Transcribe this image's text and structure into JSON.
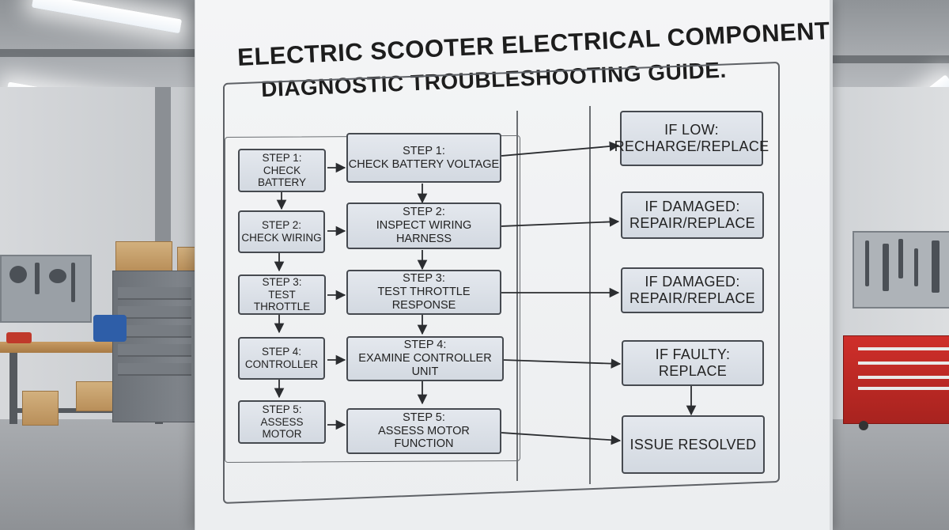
{
  "poster": {
    "title_line1": "ELECTRIC SCOOTER ELECTRICAL COMPONENT",
    "title_line2": "DIAGNOSTIC TROUBLESHOOTING GUIDE."
  },
  "left_steps": [
    {
      "step": "STEP 1:",
      "label": "CHECK BATTERY"
    },
    {
      "step": "STEP 2:",
      "label": "CHECK WIRING"
    },
    {
      "step": "STEP 3:",
      "label": "TEST THROTTLE"
    },
    {
      "step": "STEP 4:",
      "label": "CONTROLLER"
    },
    {
      "step": "STEP 5:",
      "label": "ASSESS MOTOR"
    }
  ],
  "detail_steps": [
    {
      "step": "STEP 1:",
      "label": "CHECK BATTERY VOLTAGE"
    },
    {
      "step": "STEP 2:",
      "label": "INSPECT WIRING HARNESS"
    },
    {
      "step": "STEP 3:",
      "label": "TEST THROTTLE RESPONSE"
    },
    {
      "step": "STEP 4:",
      "label": "EXAMINE CONTROLLER UNIT"
    },
    {
      "step": "STEP 5:",
      "label": "ASSESS MOTOR FUNCTION"
    }
  ],
  "outcomes": [
    {
      "line1": "IF LOW:",
      "line2": "RECHARGE/REPLACE"
    },
    {
      "line1": "IF DAMAGED:",
      "line2": "REPAIR/REPLACE"
    },
    {
      "line1": "IF DAMAGED:",
      "line2": "REPAIR/REPLACE"
    },
    {
      "line1": "IF FAULTY:",
      "line2": "REPLACE"
    },
    {
      "line1": "ISSUE RESOLVED",
      "line2": ""
    }
  ]
}
